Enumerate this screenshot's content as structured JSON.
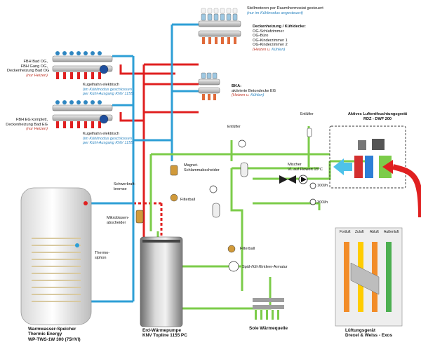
{
  "colors": {
    "hot": "#e02020",
    "cold": "#2e9fd6",
    "brine": "#7ccc4a",
    "note_red": "#c0392b",
    "note_blue": "#2e86c1"
  },
  "labels": {
    "stellmotoren": "Stellmotoren per Raumthermostat gesteuert",
    "stellmotoren_note": "(nur im Kühlmodus angesteuert)",
    "decken_title": "Deckenheizung / Kühldecke:",
    "decken_rooms": [
      "OG-Schlafzimmer",
      "OG-Büro",
      "OG-Kinderzimmer 1",
      "OG-Kinderzimmer 2"
    ],
    "decken_note_heat": "(Heizen u.",
    "decken_note_cool": "Kühlen)",
    "bka_title": "BKA:",
    "bka_text": "aktivierte Betondecke EG",
    "bka_note_heat": "(Heizen u.",
    "bka_note_cool": "Kühlen)",
    "fbh_og_lines": [
      "FBH Bad OG,",
      "FBH Gang OG,",
      "Deckenheizung Bad OG"
    ],
    "fbh_og_note": "(nur Heizen)",
    "kugelhahn": "Kugelhahn elektrisch",
    "kugelhahn_note": [
      "(im Kühlmodus geschlossen",
      "per Kühl-Ausgang KNV 1155)"
    ],
    "fbh_eg_lines": [
      "FBH EG komplett,",
      "Deckenheizung Bad EG"
    ],
    "fbh_eg_note": "(nur Heizen)",
    "kugelhahn2": "Kugelhahn elektrisch",
    "kugelhahn2_note": [
      "(im Kühlmodus geschlossen",
      "per Kühl-Ausgang KNV 1155)"
    ],
    "entlufter1": "Entlüfter",
    "entlufter2": "Entlüfter",
    "schwerkraft": [
      "Schwerkraft-",
      "bremse"
    ],
    "magnet": [
      "Magnet-",
      "Schlammabscheider"
    ],
    "filterball1": "Filterball",
    "mikroblasen": [
      "Mikroblasen-",
      "abscheider"
    ],
    "thermosiphon": [
      "Thermo-",
      "siphon"
    ],
    "filterball2": "Filterball",
    "spuel": "Spül-/füll-/Entleer-Armatur",
    "mischer": [
      "Mischer",
      "VL auf Flowert 15°C"
    ],
    "flow1": "100l/h",
    "flow2": "300l/h",
    "luftfeucht_title": "Aktives Luftentfeuchtungsgerät",
    "luftfeucht_model": "RDZ - DWF 200",
    "vent_labels": [
      "Fortluft",
      "Zuluft",
      "Abluft",
      "Außenluft"
    ],
    "speicher_lines": [
      "Warmwasser-Speicher",
      "Thermic Energy",
      "WP-TWS-1W 300 (75HVI)"
    ],
    "wp_lines": [
      "Erd-Wärmepumpe",
      "KNV Topline 1155 PC"
    ],
    "sole": "Sole Wärmequelle",
    "lueftung_lines": [
      "Lüftungsgerät",
      "Drexel & Weiss - Exos"
    ]
  }
}
